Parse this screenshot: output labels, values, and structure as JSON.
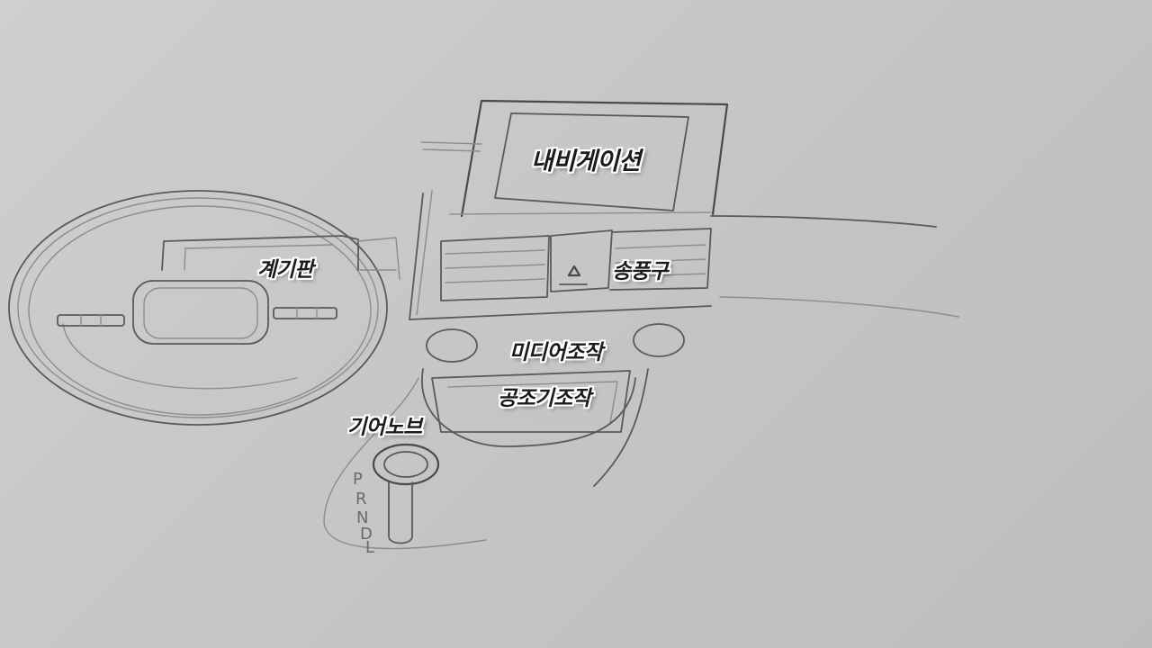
{
  "labels": {
    "navigation": "내비게이션",
    "cluster": "계기판",
    "air_vent": "송풍구",
    "media_control": "미디어조작",
    "climate_control": "공조기조작",
    "gear_knob": "기어노브"
  },
  "gear_positions": [
    "P",
    "R",
    "N",
    "D",
    "L"
  ]
}
